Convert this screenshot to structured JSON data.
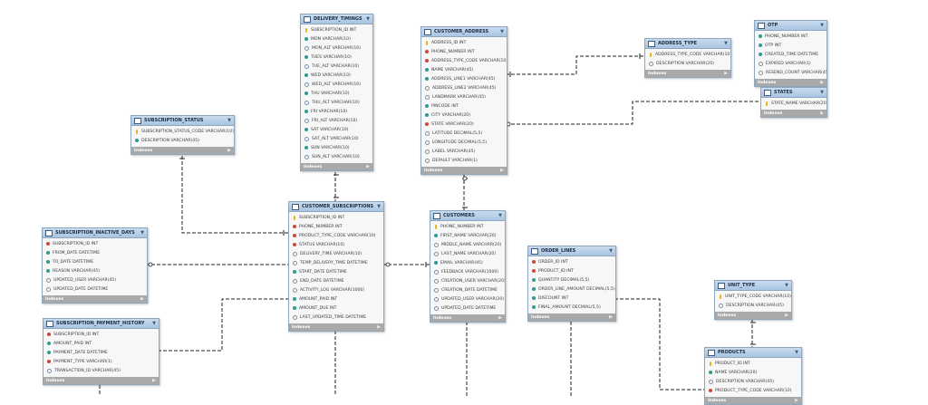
{
  "footer_label": "Indexes",
  "tables": [
    {
      "id": "delivery_timings",
      "name": "DELIVERY_TIMINGS",
      "columns": [
        [
          "pk",
          "SUBSCRIPTION_ID INT"
        ],
        [
          "nn",
          "MON VARCHAR(10)"
        ],
        [
          "op",
          "MON_ALT VARCHAR(10)"
        ],
        [
          "nn",
          "TUES VARCHAR(10)"
        ],
        [
          "op",
          "TUE_ALT VARCHAR(10)"
        ],
        [
          "nn",
          "WED VARCHAR(10)"
        ],
        [
          "op",
          "WED_ALT VARCHAR(10)"
        ],
        [
          "nn",
          "THU VARCHAR(10)"
        ],
        [
          "op",
          "THU_ALT VARCHAR(10)"
        ],
        [
          "nn",
          "FRI VARCHAR(10)"
        ],
        [
          "op",
          "FRI_ALT VARCHAR(10)"
        ],
        [
          "nn",
          "SAT VARCHAR(10)"
        ],
        [
          "op",
          "SAT_ALT VARCHAR(10)"
        ],
        [
          "nn",
          "SUN VARCHAR(10)"
        ],
        [
          "op",
          "SUN_ALT VARCHAR(10)"
        ]
      ]
    },
    {
      "id": "customer_address",
      "name": "CUSTOMER_ADDRESS",
      "columns": [
        [
          "pk",
          "ADDRESS_ID INT"
        ],
        [
          "fk",
          "PHONE_NUMBER INT"
        ],
        [
          "fk",
          "ADDRESS_TYPE_CODE VARCHAR(10)"
        ],
        [
          "nn",
          "NAME VARCHAR(45)"
        ],
        [
          "nn",
          "ADDRESS_LINE1 VARCHAR(45)"
        ],
        [
          "op",
          "ADDRESS_LINE2 VARCHAR(45)"
        ],
        [
          "op",
          "LANDMARK VARCHAR(45)"
        ],
        [
          "nn",
          "PINCODE INT"
        ],
        [
          "nn",
          "CITY VARCHAR(20)"
        ],
        [
          "fk",
          "STATE VARCHAR(20)"
        ],
        [
          "op",
          "LATITUDE DECIMAL(5,5)"
        ],
        [
          "op",
          "LONGITUDE DECIMAL(5,5)"
        ],
        [
          "op",
          "LABEL VARCHAR(45)"
        ],
        [
          "op",
          "DEFAULT VARCHAR(1)"
        ]
      ]
    },
    {
      "id": "address_type",
      "name": "ADDRESS_TYPE",
      "columns": [
        [
          "pk",
          "ADDRESS_TYPE_CODE VARCHAR(10)"
        ],
        [
          "op",
          "DESCRIPTION VARCHAR(20)"
        ]
      ]
    },
    {
      "id": "otp",
      "name": "OTP",
      "columns": [
        [
          "nn",
          "PHONE_NUMBER INT"
        ],
        [
          "nn",
          "OTP INT"
        ],
        [
          "nn",
          "CREATED_TIME DATETIME"
        ],
        [
          "op",
          "EXPIRED VARCHAR(1)"
        ],
        [
          "op",
          "RESEND_COUNT VARCHAR(45)"
        ]
      ]
    },
    {
      "id": "states",
      "name": "STATES",
      "columns": [
        [
          "pk",
          "STATE_NAME VARCHAR(20)"
        ]
      ]
    },
    {
      "id": "subscription_status",
      "name": "SUBSCRIPTION_STATUS",
      "columns": [
        [
          "pk",
          "SUBSCRIPTION_STATUS_CODE VARCHAR(10)"
        ],
        [
          "nn",
          "DESCRIPTION VARCHAR(45)"
        ]
      ]
    },
    {
      "id": "customer_subscriptions",
      "name": "CUSTOMER_SUBSCRIPTIONS",
      "columns": [
        [
          "pk",
          "SUBSCRIPTION_ID INT"
        ],
        [
          "fk",
          "PHONE_NUMBER INT"
        ],
        [
          "fk",
          "PRODUCT_TYPE_CODE VARCHAR(10)"
        ],
        [
          "fk",
          "STATUS VARCHAR(10)"
        ],
        [
          "op",
          "DELIVERY_TIME VARCHAR(10)"
        ],
        [
          "op",
          "TEMP_DELIVERY_TIME DATETIME"
        ],
        [
          "nn",
          "START_DATE DATETIME"
        ],
        [
          "op",
          "END_DATE DATETIME"
        ],
        [
          "op",
          "ACTIVITY_LOG VARCHAR(1000)"
        ],
        [
          "nn",
          "AMOUNT_PAID INT"
        ],
        [
          "nn",
          "AMOUNT_DUE INT"
        ],
        [
          "op",
          "LAST_UPDATED_TIME DATETIME"
        ]
      ]
    },
    {
      "id": "customers",
      "name": "CUSTOMERS",
      "columns": [
        [
          "pk",
          "PHONE_NUMBER INT"
        ],
        [
          "nn",
          "FIRST_NAME VARCHAR(20)"
        ],
        [
          "op",
          "MIDDLE_NAME VARCHAR(20)"
        ],
        [
          "op",
          "LAST_NAME VARCHAR(20)"
        ],
        [
          "nn",
          "EMAIL VARCHAR(45)"
        ],
        [
          "op",
          "FEEDBACK VARCHAR(1000)"
        ],
        [
          "op",
          "CREATION_USER VARCHAR(20)"
        ],
        [
          "op",
          "CREATION_DATE DATETIME"
        ],
        [
          "op",
          "UPDATED_USER VARCHAR(20)"
        ],
        [
          "op",
          "UPDATED_DATE DATETIME"
        ]
      ]
    },
    {
      "id": "order_lines",
      "name": "ORDER_LINES",
      "columns": [
        [
          "fk",
          "ORDER_ID INT"
        ],
        [
          "fk",
          "PRODUCT_ID INT"
        ],
        [
          "nn",
          "QUANTITY DECIMAL(5,5)"
        ],
        [
          "nn",
          "ORDER_LINE_AMOUNT DECIMAL(5,5)"
        ],
        [
          "nn",
          "DISCOUNT INT"
        ],
        [
          "nn",
          "FINAL_AMOUNT DECIMAL(5,5)"
        ]
      ]
    },
    {
      "id": "unit_type",
      "name": "UNIT_TYPE",
      "columns": [
        [
          "pk",
          "UNIT_TYPE_CODE VARCHAR(10)"
        ],
        [
          "op",
          "DESCRIPTION VARCHAR(45)"
        ]
      ]
    },
    {
      "id": "products",
      "name": "PRODUCTS",
      "columns": [
        [
          "pk",
          "PRODUCT_ID INT"
        ],
        [
          "nn",
          "NAME VARCHAR(20)"
        ],
        [
          "op",
          "DESCRIPTION VARCHAR(45)"
        ],
        [
          "fk",
          "PRODUCT_TYPE_CODE VARCHAR(10)"
        ]
      ]
    },
    {
      "id": "subscription_inactive_days",
      "name": "SUBSCRIPTION_INACTIVE_DAYS",
      "columns": [
        [
          "fk",
          "SUBSCRIPTION_ID INT"
        ],
        [
          "nn",
          "FROM_DATE DATETIME"
        ],
        [
          "nn",
          "TO_DATE DATETIME"
        ],
        [
          "nn",
          "REASON VARCHAR(45)"
        ],
        [
          "op",
          "UPDATED_USER VARCHAR(45)"
        ],
        [
          "op",
          "UPDATED_DATE DATETIME"
        ]
      ]
    },
    {
      "id": "subscription_payment_history",
      "name": "SUBSCRIPTION_PAYMENT_HISTORY",
      "columns": [
        [
          "fk",
          "SUBSCRIPTION_ID INT"
        ],
        [
          "nn",
          "AMOUNT_PAID INT"
        ],
        [
          "nn",
          "PAYMENT_DATE DATETIME"
        ],
        [
          "fk",
          "PAYMENT_TYPE VARCHAR(1)"
        ],
        [
          "op",
          "TRANSACTION_ID VARCHAR(45)"
        ]
      ]
    }
  ]
}
